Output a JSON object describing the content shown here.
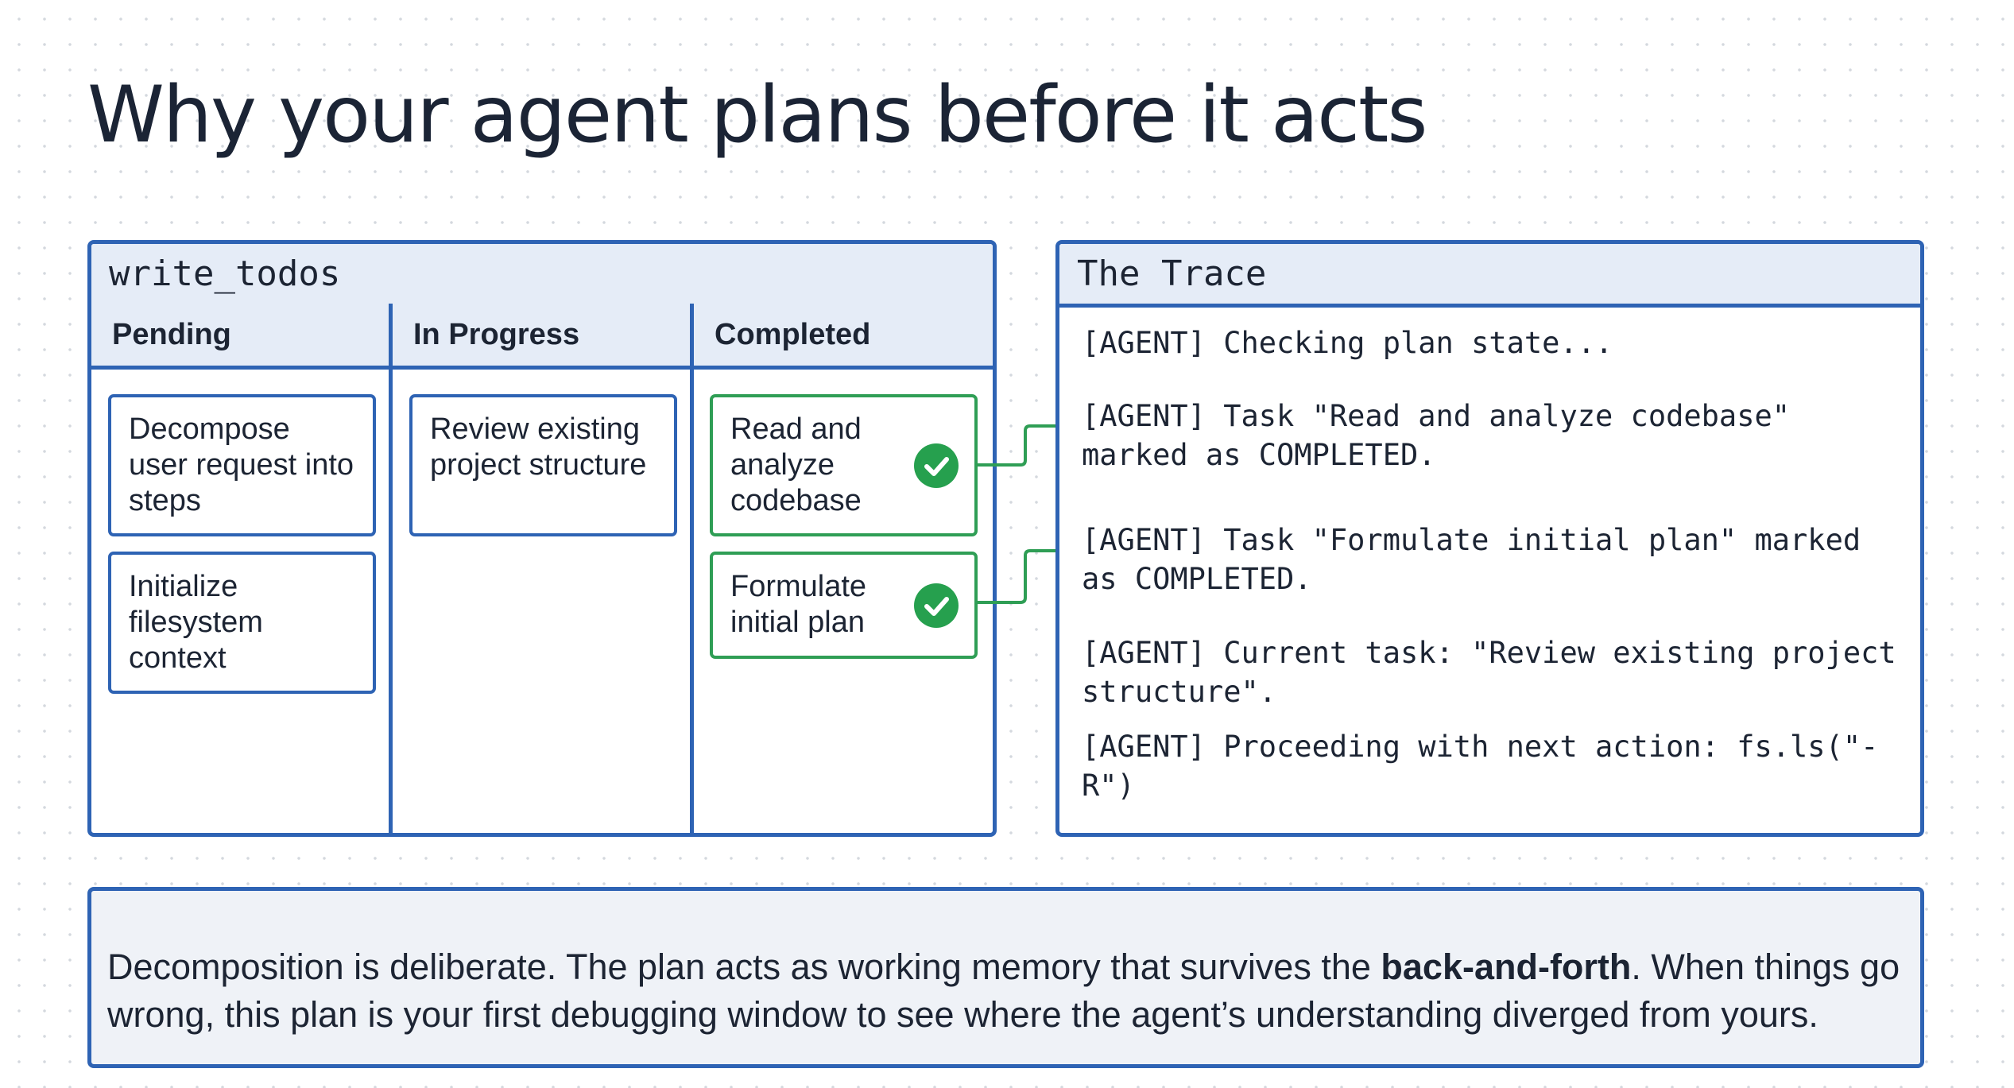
{
  "title": "Why your agent plans before it acts",
  "todo_panel": {
    "header": "write_todos",
    "columns": [
      {
        "label": "Pending",
        "cards": [
          "Decompose user request into steps",
          "Initialize filesystem context"
        ]
      },
      {
        "label": "In Progress",
        "cards": [
          "Review existing project structure"
        ]
      },
      {
        "label": "Completed",
        "cards": [
          "Read and analyze codebase",
          "Formulate initial plan"
        ]
      }
    ]
  },
  "trace_panel": {
    "header": "The Trace",
    "lines": [
      "[AGENT] Checking plan state...",
      "[AGENT] Task \"Read and analyze codebase\" marked as COMPLETED.",
      "[AGENT] Task \"Formulate initial plan\" marked as COMPLETED.",
      "[AGENT] Current task: \"Review existing project structure\".",
      "[AGENT] Proceeding with next action: fs.ls(\"-R\")"
    ]
  },
  "note": {
    "part1": "Decomposition is deliberate. The plan acts as working memory that survives the ",
    "bold": "back-and-forth",
    "part2": ". When things go wrong, this plan is your first debugging window to see where the agent’s understanding diverged from yours."
  },
  "colors": {
    "border": "#2e63b4",
    "header_fill": "#e5ecf7",
    "completed": "#2f9e55",
    "check_fill": "#26a04e"
  },
  "icons": [
    "check-icon"
  ]
}
